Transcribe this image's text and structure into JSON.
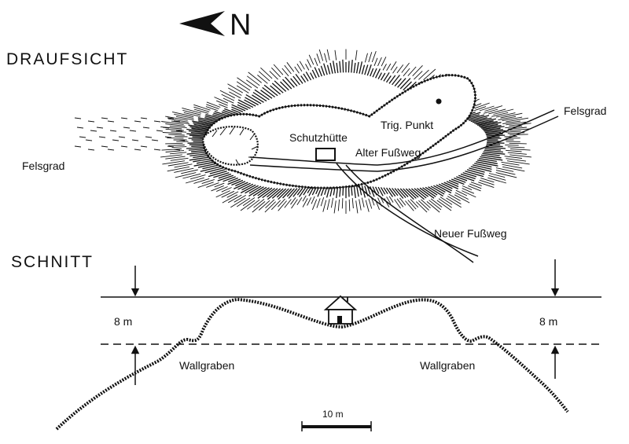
{
  "north_arrow": {
    "letter": "N",
    "icon": "north-arrow-icon"
  },
  "plan": {
    "heading": "DRAUFSICHT",
    "labels": {
      "felsgrad_left": "Felsgrad",
      "felsgrad_right": "Felsgrad",
      "trig_punkt": "Trig. Punkt",
      "schutzhuette": "Schutzhütte",
      "alter_fussweg": "Alter Fußweg",
      "neuer_fussweg": "Neuer Fußweg"
    }
  },
  "section": {
    "heading": "SCHNITT",
    "height_left": "8 m",
    "height_right": "8 m",
    "wallgraben_left": "Wallgraben",
    "wallgraben_right": "Wallgraben",
    "scale_label": "10 m",
    "hut_icon": "house-icon"
  }
}
